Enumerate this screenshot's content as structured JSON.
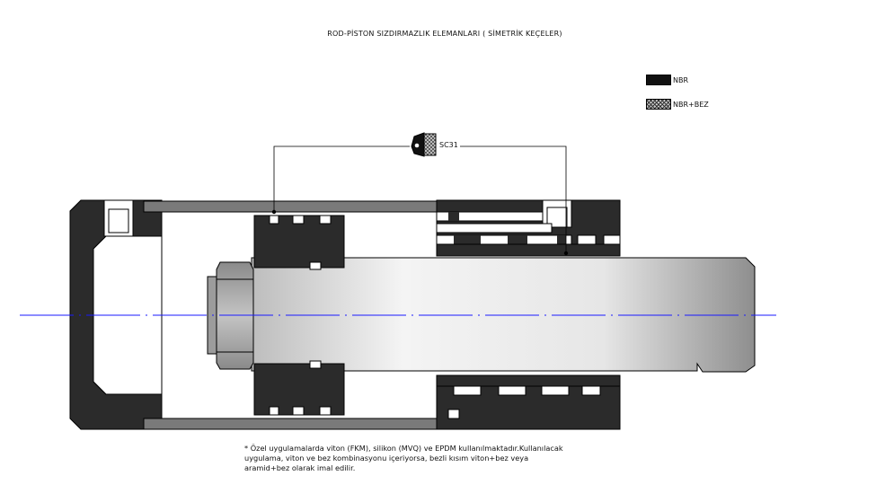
{
  "title": "ROD-PİSTON SIZDIRMAZLIK ELEMANLARI ( SİMETRİK KEÇELER)",
  "legend": [
    {
      "label": "NBR",
      "swatch": "solid"
    },
    {
      "label": "NBR+BEZ",
      "swatch": "hatched"
    }
  ],
  "callout": {
    "label": "SC31",
    "icon": "seal-profile-icon"
  },
  "note": "* Özel uygulamalarda viton (FKM), silikon (MVQ) ve EPDM kullanılmaktadır.Kullanılacak uygulama, viton ve bez kombinasyonu içeriyorsa, bezli kısım viton+bez veya aramid+bez olarak imal edilir.",
  "colors": {
    "body": "#2b2b2b",
    "tube": "#7a7a7a",
    "centerline": "#1a1aff",
    "rod_light": "#f2f2f2",
    "rod_dark": "#9a9a9a",
    "nut": "#9c9c9c"
  }
}
